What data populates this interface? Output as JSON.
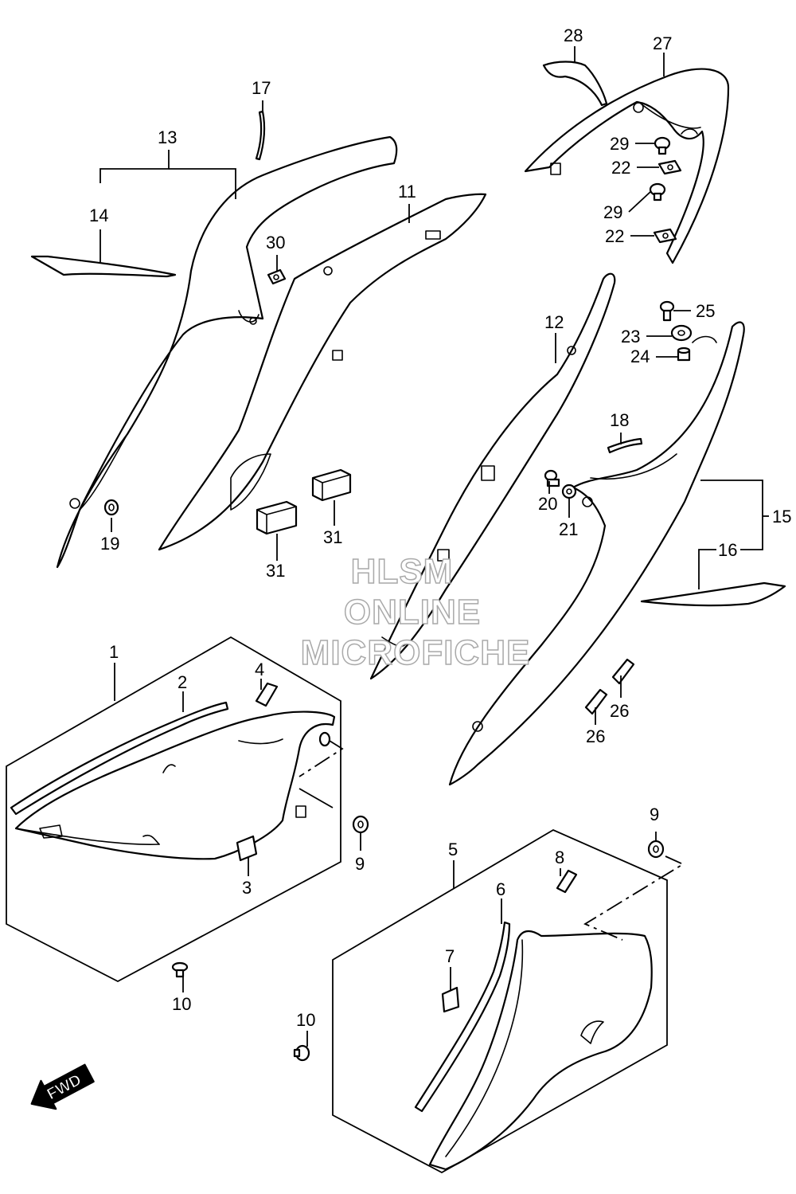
{
  "watermark": {
    "line1": "HLSM",
    "line2": "ONLINE",
    "line3": "MICROFICHE"
  },
  "fwd_label": "FWD",
  "callouts": [
    {
      "id": "1",
      "text": "1"
    },
    {
      "id": "2",
      "text": "2"
    },
    {
      "id": "3",
      "text": "3"
    },
    {
      "id": "4",
      "text": "4"
    },
    {
      "id": "5",
      "text": "5"
    },
    {
      "id": "6",
      "text": "6"
    },
    {
      "id": "7",
      "text": "7"
    },
    {
      "id": "8",
      "text": "8"
    },
    {
      "id": "9a",
      "text": "9"
    },
    {
      "id": "9b",
      "text": "9"
    },
    {
      "id": "10a",
      "text": "10"
    },
    {
      "id": "10b",
      "text": "10"
    },
    {
      "id": "11",
      "text": "11"
    },
    {
      "id": "12",
      "text": "12"
    },
    {
      "id": "13",
      "text": "13"
    },
    {
      "id": "14",
      "text": "14"
    },
    {
      "id": "15",
      "text": "15"
    },
    {
      "id": "16",
      "text": "16"
    },
    {
      "id": "17",
      "text": "17"
    },
    {
      "id": "18",
      "text": "18"
    },
    {
      "id": "19",
      "text": "19"
    },
    {
      "id": "20",
      "text": "20"
    },
    {
      "id": "21",
      "text": "21"
    },
    {
      "id": "22a",
      "text": "22"
    },
    {
      "id": "22b",
      "text": "22"
    },
    {
      "id": "23",
      "text": "23"
    },
    {
      "id": "24",
      "text": "24"
    },
    {
      "id": "25",
      "text": "25"
    },
    {
      "id": "26a",
      "text": "26"
    },
    {
      "id": "26b",
      "text": "26"
    },
    {
      "id": "27",
      "text": "27"
    },
    {
      "id": "28",
      "text": "28"
    },
    {
      "id": "29a",
      "text": "29"
    },
    {
      "id": "29b",
      "text": "29"
    },
    {
      "id": "30",
      "text": "30"
    },
    {
      "id": "31a",
      "text": "31"
    },
    {
      "id": "31b",
      "text": "31"
    }
  ]
}
